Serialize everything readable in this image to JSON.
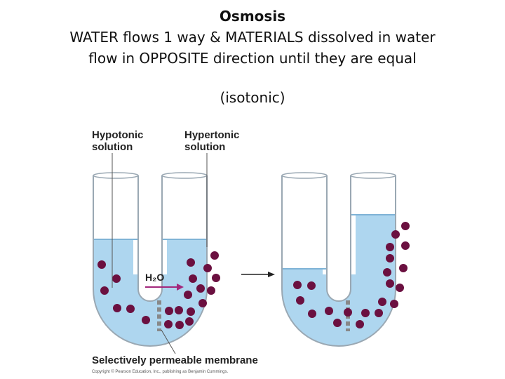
{
  "slide": {
    "title": "Osmosis",
    "subtitle_line1": "WATER flows 1 way & MATERIALS dissolved in water",
    "subtitle_line2": "flow in OPPOSITE direction until they are equal",
    "note": "(isotonic)"
  },
  "diagram": {
    "left_label_line1": "Hypotonic",
    "left_label_line2": "solution",
    "right_label_line1": "Hypertonic",
    "right_label_line2": "solution",
    "flow_label": "H₂O",
    "membrane_label": "Selectively permeable membrane",
    "copyright": "Copyright © Pearson Education, Inc., publishing as Benjamin Cummings.",
    "colors": {
      "solution": "#aed6ef",
      "tube_outline": "#9aa8b3",
      "solute": "#6b1040",
      "arrow": "#a3287c",
      "membrane": "#888888"
    }
  }
}
